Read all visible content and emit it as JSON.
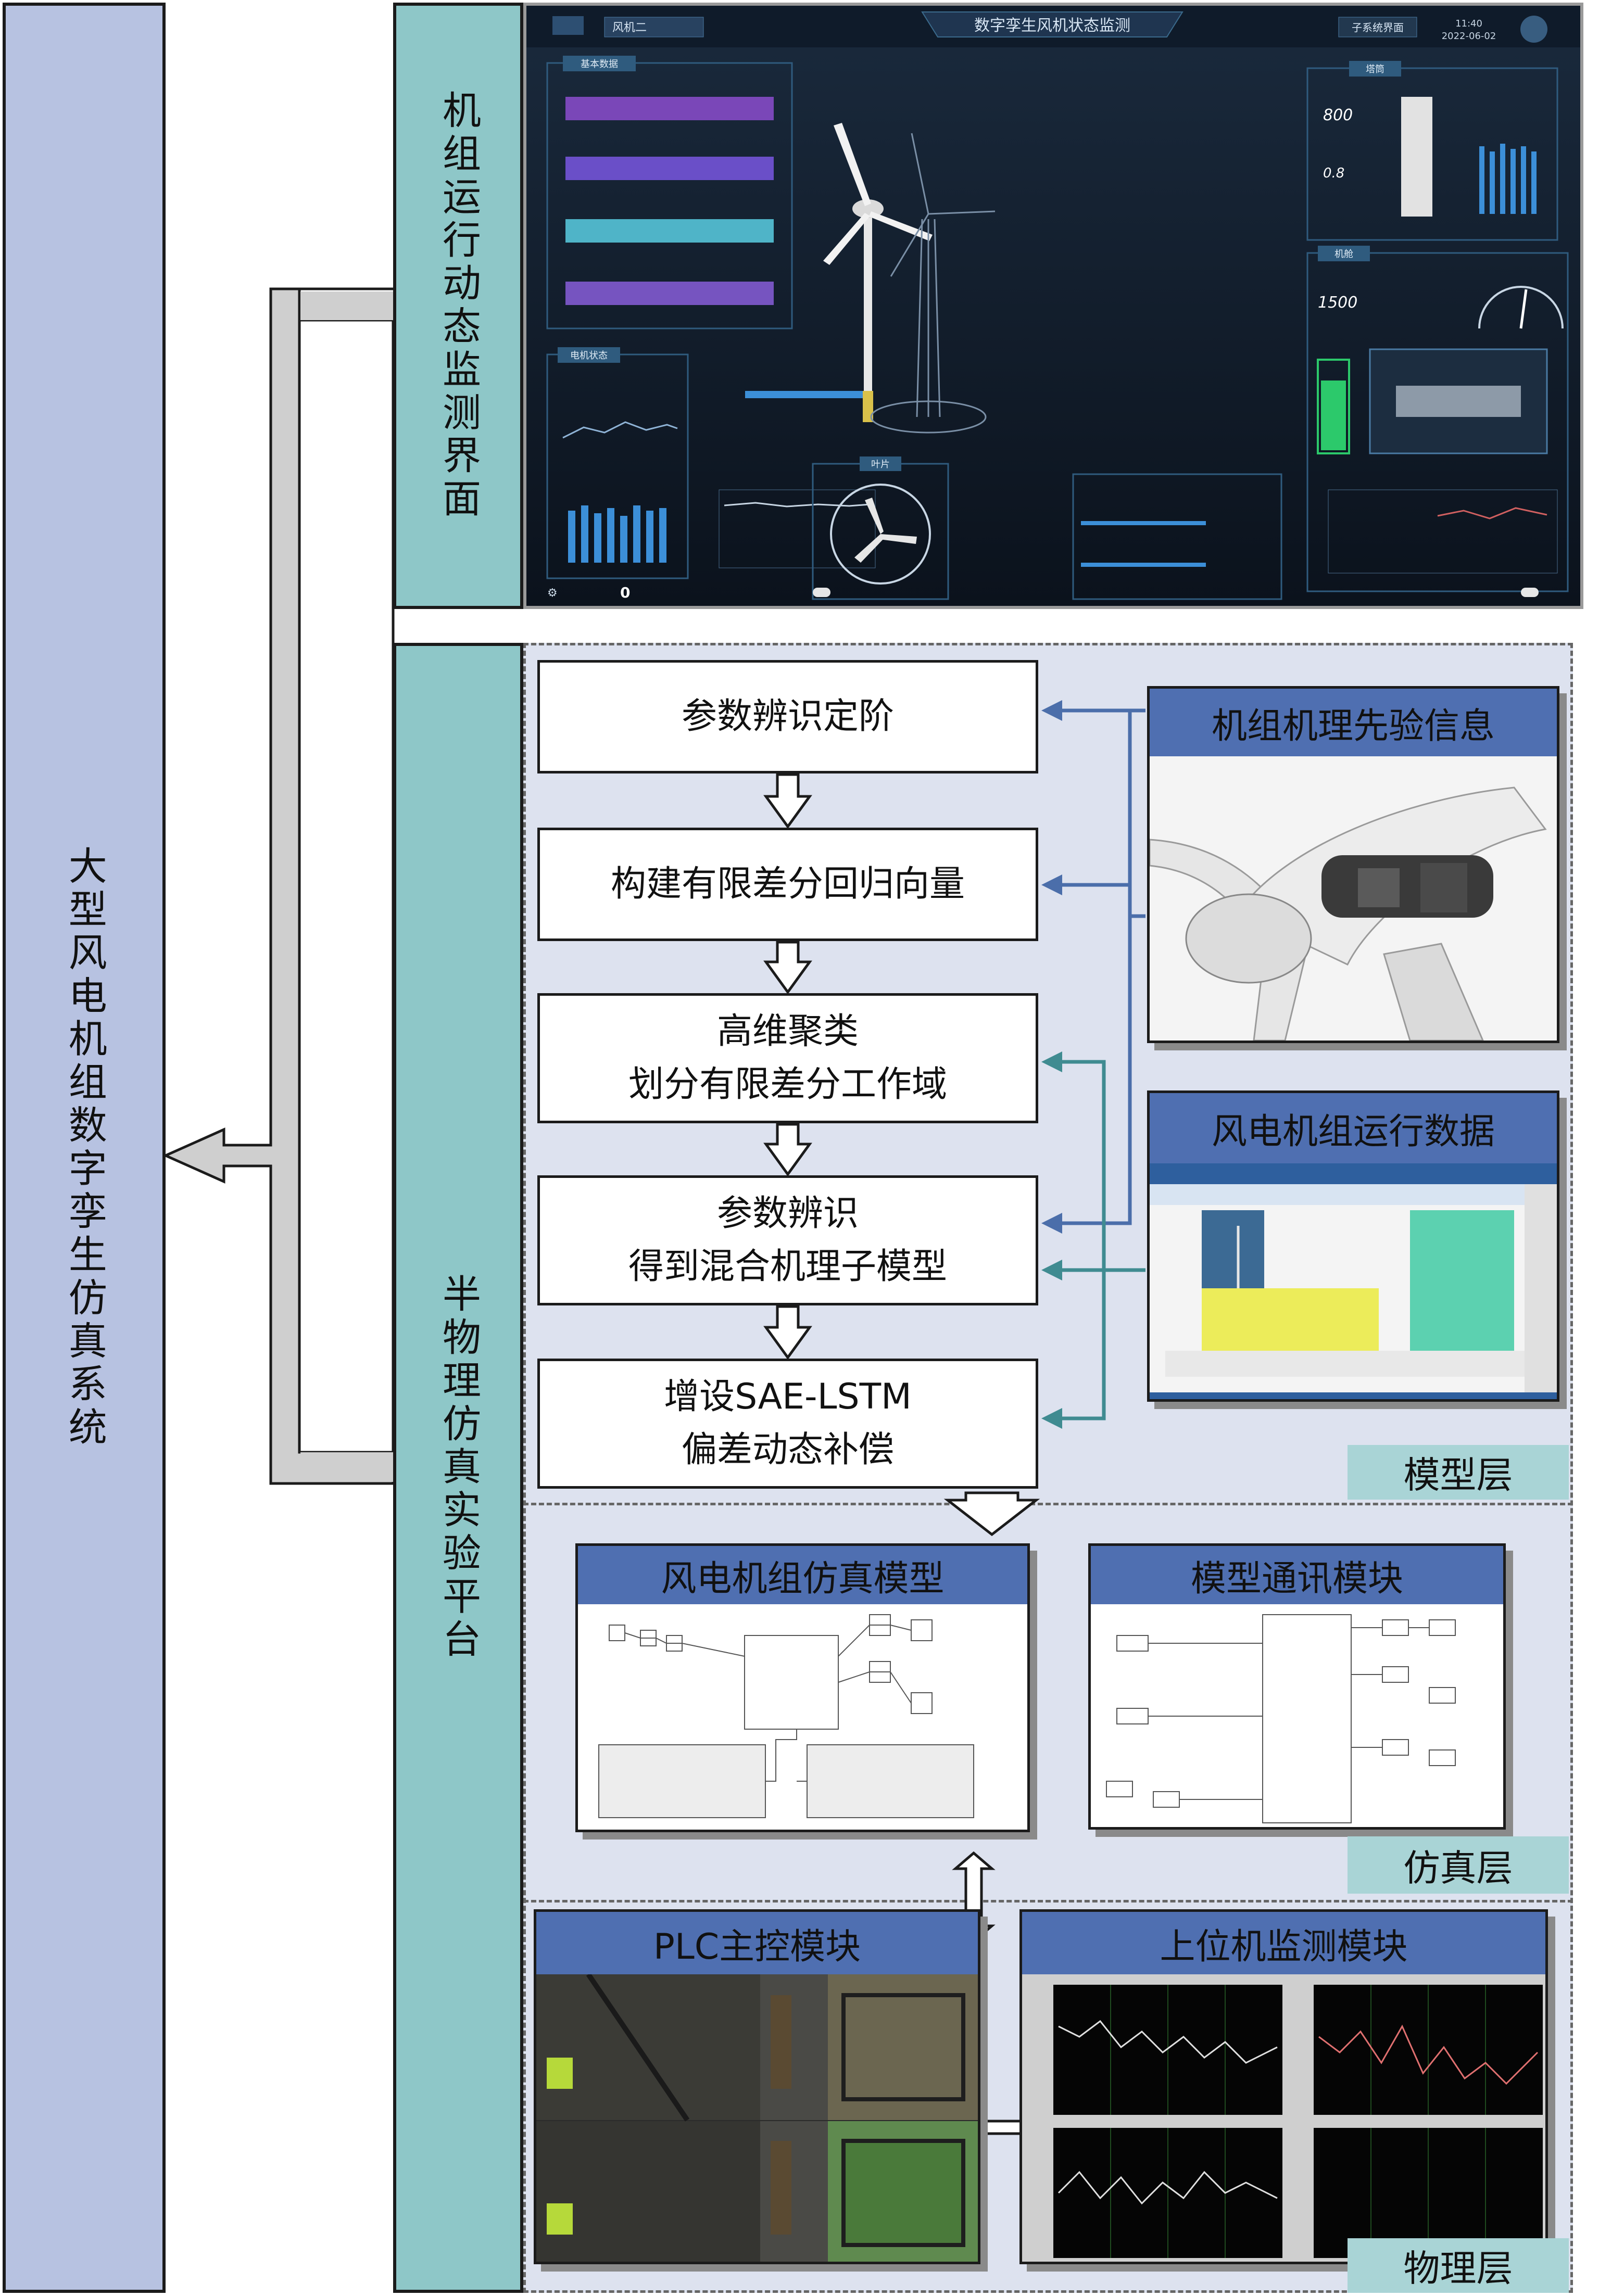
{
  "system": {
    "label": "大型风电机组数字孪生仿真系统"
  },
  "sections": {
    "monitor_label": "机组运行动态监测界面",
    "platform_label": "半物理仿真实验平台"
  },
  "dashboard": {
    "title": "数字孪生风机状态监测",
    "selector": "风机二",
    "top_button": "子系统界面",
    "time": "11:40",
    "date": "2022-06-02",
    "panels": {
      "basic": "基本数据",
      "motor": "电机状态",
      "tower": "塔筒",
      "nacelle": "机舱",
      "rotor": "叶片"
    },
    "readouts": {
      "tower_value": "800",
      "tower_sub": "0.8",
      "nacelle_value": "1500",
      "rotor_speed": "0"
    }
  },
  "model_layer": {
    "steps": [
      {
        "lines": [
          "参数辨识定阶"
        ]
      },
      {
        "lines": [
          "构建有限差分回归向量"
        ]
      },
      {
        "lines": [
          "高维聚类",
          "划分有限差分工作域"
        ]
      },
      {
        "lines": [
          "参数辨识",
          "得到混合机理子模型"
        ]
      },
      {
        "lines": [
          "增设SAE-LSTM",
          "偏差动态补偿"
        ]
      }
    ],
    "prior_panel": "机组机理先验信息",
    "data_panel": "风电机组运行数据",
    "tag": "模型层"
  },
  "sim_layer": {
    "model_panel": "风电机组仿真模型",
    "comm_panel": "模型通讯模块",
    "tag": "仿真层"
  },
  "phys_layer": {
    "plc_panel": "PLC主控模块",
    "monitor_panel": "上位机监测模块",
    "tag": "物理层"
  },
  "colors": {
    "blue_arrow": "#4b6eaa",
    "teal_arrow": "#3f8b91",
    "gray_arrow": "#c8c8c8"
  }
}
